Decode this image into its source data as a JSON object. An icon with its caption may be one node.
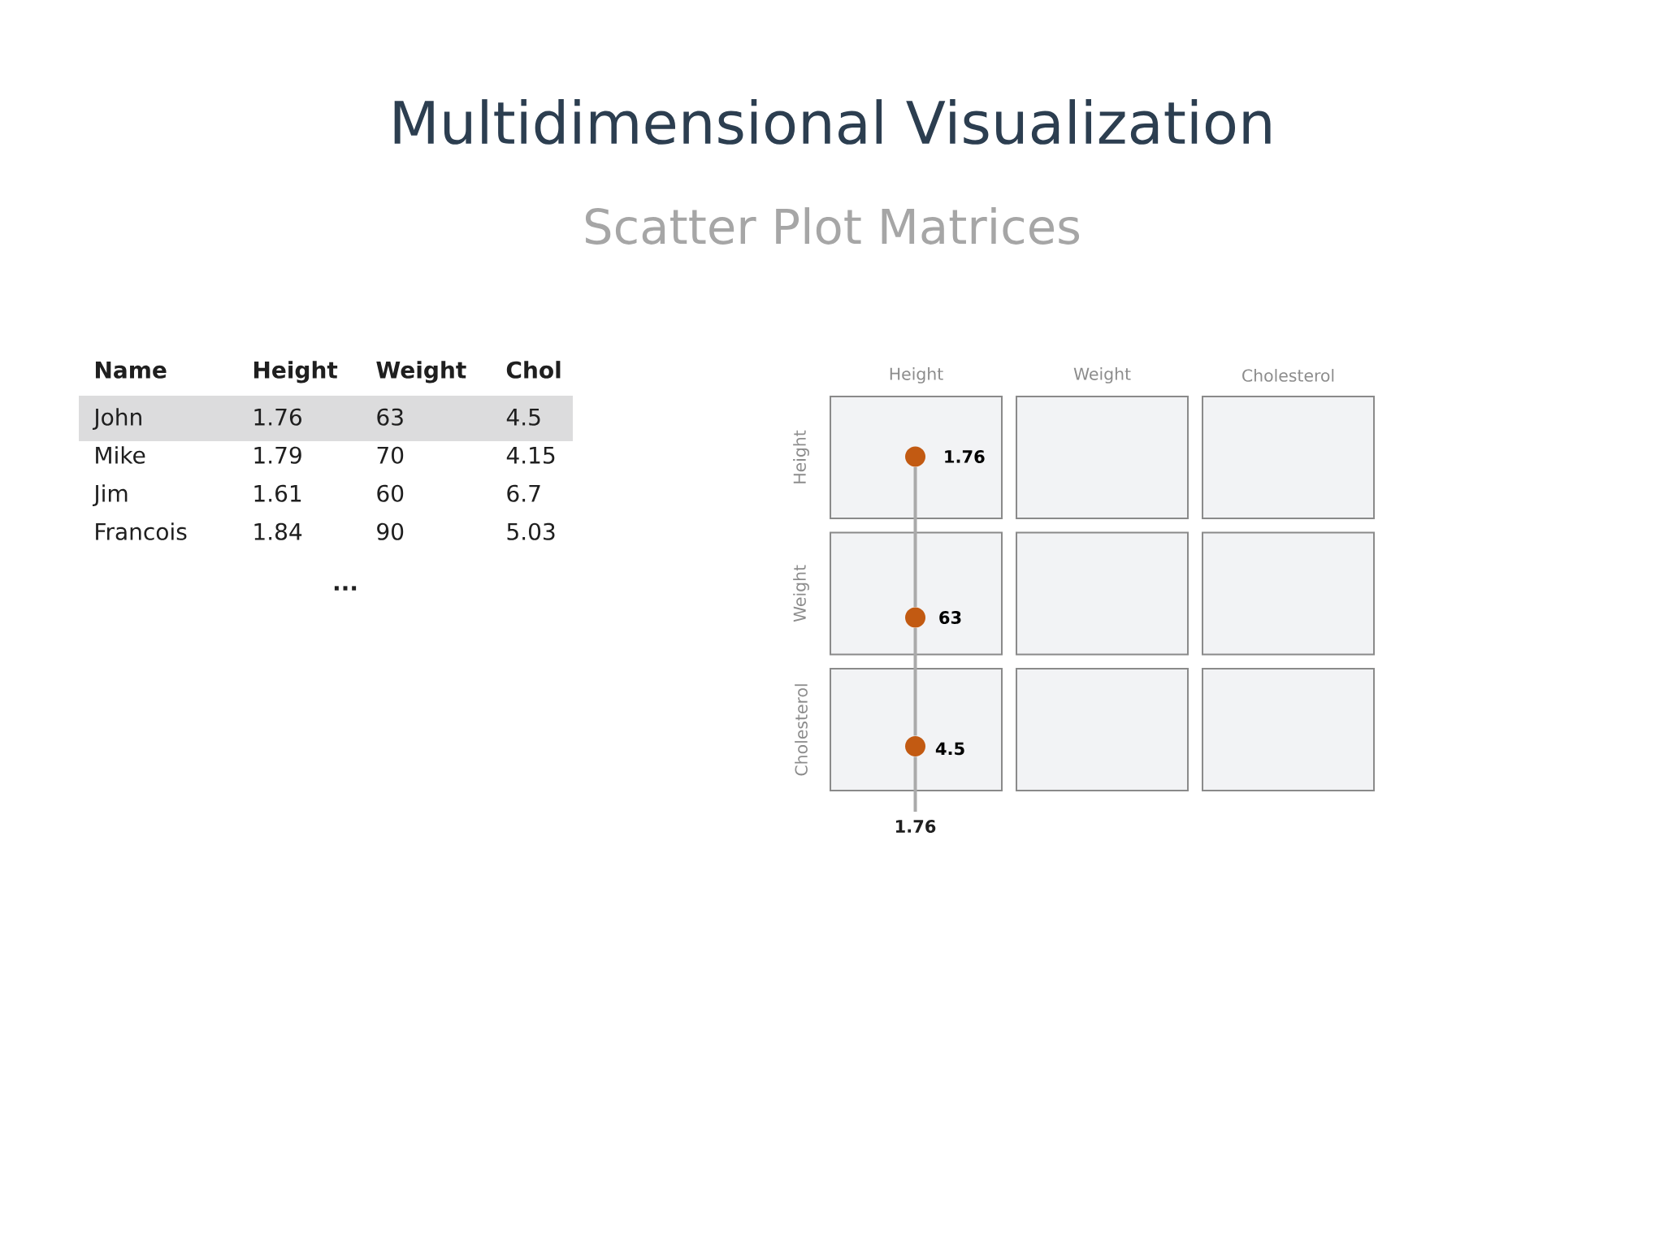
{
  "diagram": {
    "title": "Multidimensional Visualization",
    "nodes": [
      {
        "text": [],
        "shape": "box"
      },
      {
        "text": [],
        "shape": "circle",
        "in": 0,
        "beside": [
          "1.76"
        ]
      },
      {
        "text": [],
        "shape": "box"
      },
      {
        "text": [],
        "shape": "box"
      },
      {
        "text": [],
        "shape": "box"
      },
      {
        "text": [],
        "shape": "circle",
        "in": 4,
        "beside": [
          "63"
        ]
      },
      {
        "text": [],
        "shape": "box"
      },
      {
        "text": [],
        "shape": "box"
      },
      {
        "text": [],
        "shape": "box"
      },
      {
        "text": [],
        "shape": "circle",
        "in": 8,
        "beside": [
          "4.5"
        ]
      },
      {
        "text": [],
        "shape": "box"
      },
      {
        "text": [],
        "shape": "box"
      },
      {
        "text": [
          "1.76"
        ]
      }
    ],
    "edges": [
      {
        "from": 1,
        "to": 5,
        "arrow": "none"
      },
      {
        "from": 5,
        "to": 9,
        "arrow": "none"
      },
      {
        "from": 9,
        "to": 12,
        "arrow": "none"
      }
    ],
    "labels": [
      "Scatter Plot Matrices",
      "Name",
      "Height",
      "Weight",
      "Chol",
      "John",
      "1.76",
      "63",
      "4.5",
      "Mike",
      "1.79",
      "70",
      "4.15",
      "Jim",
      "1.61",
      "60",
      "6.7",
      "Francois",
      "1.84",
      "90",
      "5.03",
      "...",
      "Height",
      "Weight",
      "Cholesterol",
      "Height",
      "Weight",
      "Cholesterol"
    ]
  }
}
